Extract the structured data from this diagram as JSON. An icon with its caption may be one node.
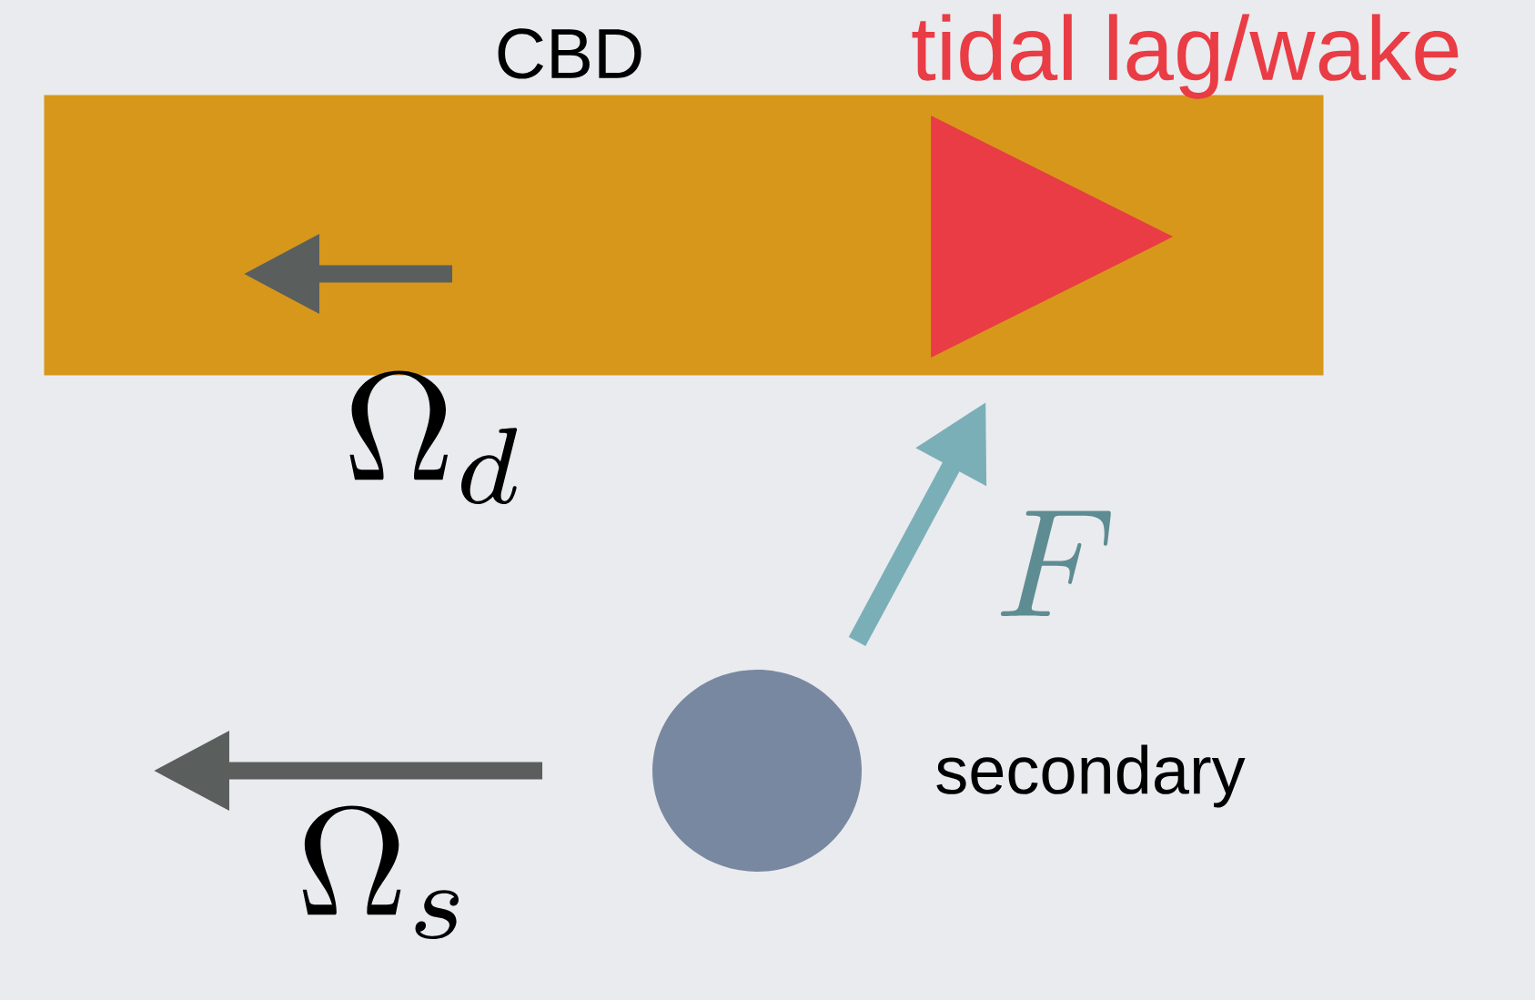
{
  "diagram": {
    "nodes": [
      {
        "text": [
          "CBD"
        ]
      },
      {
        "text": [
          "tidal lag/wake"
        ],
        "in": 0
      },
      {
        "text": [],
        "shape": "circle",
        "beside": [
          "secondary"
        ]
      }
    ],
    "labels": [
      "\\Omega_d",
      "F",
      "\\Omega_s"
    ]
  }
}
